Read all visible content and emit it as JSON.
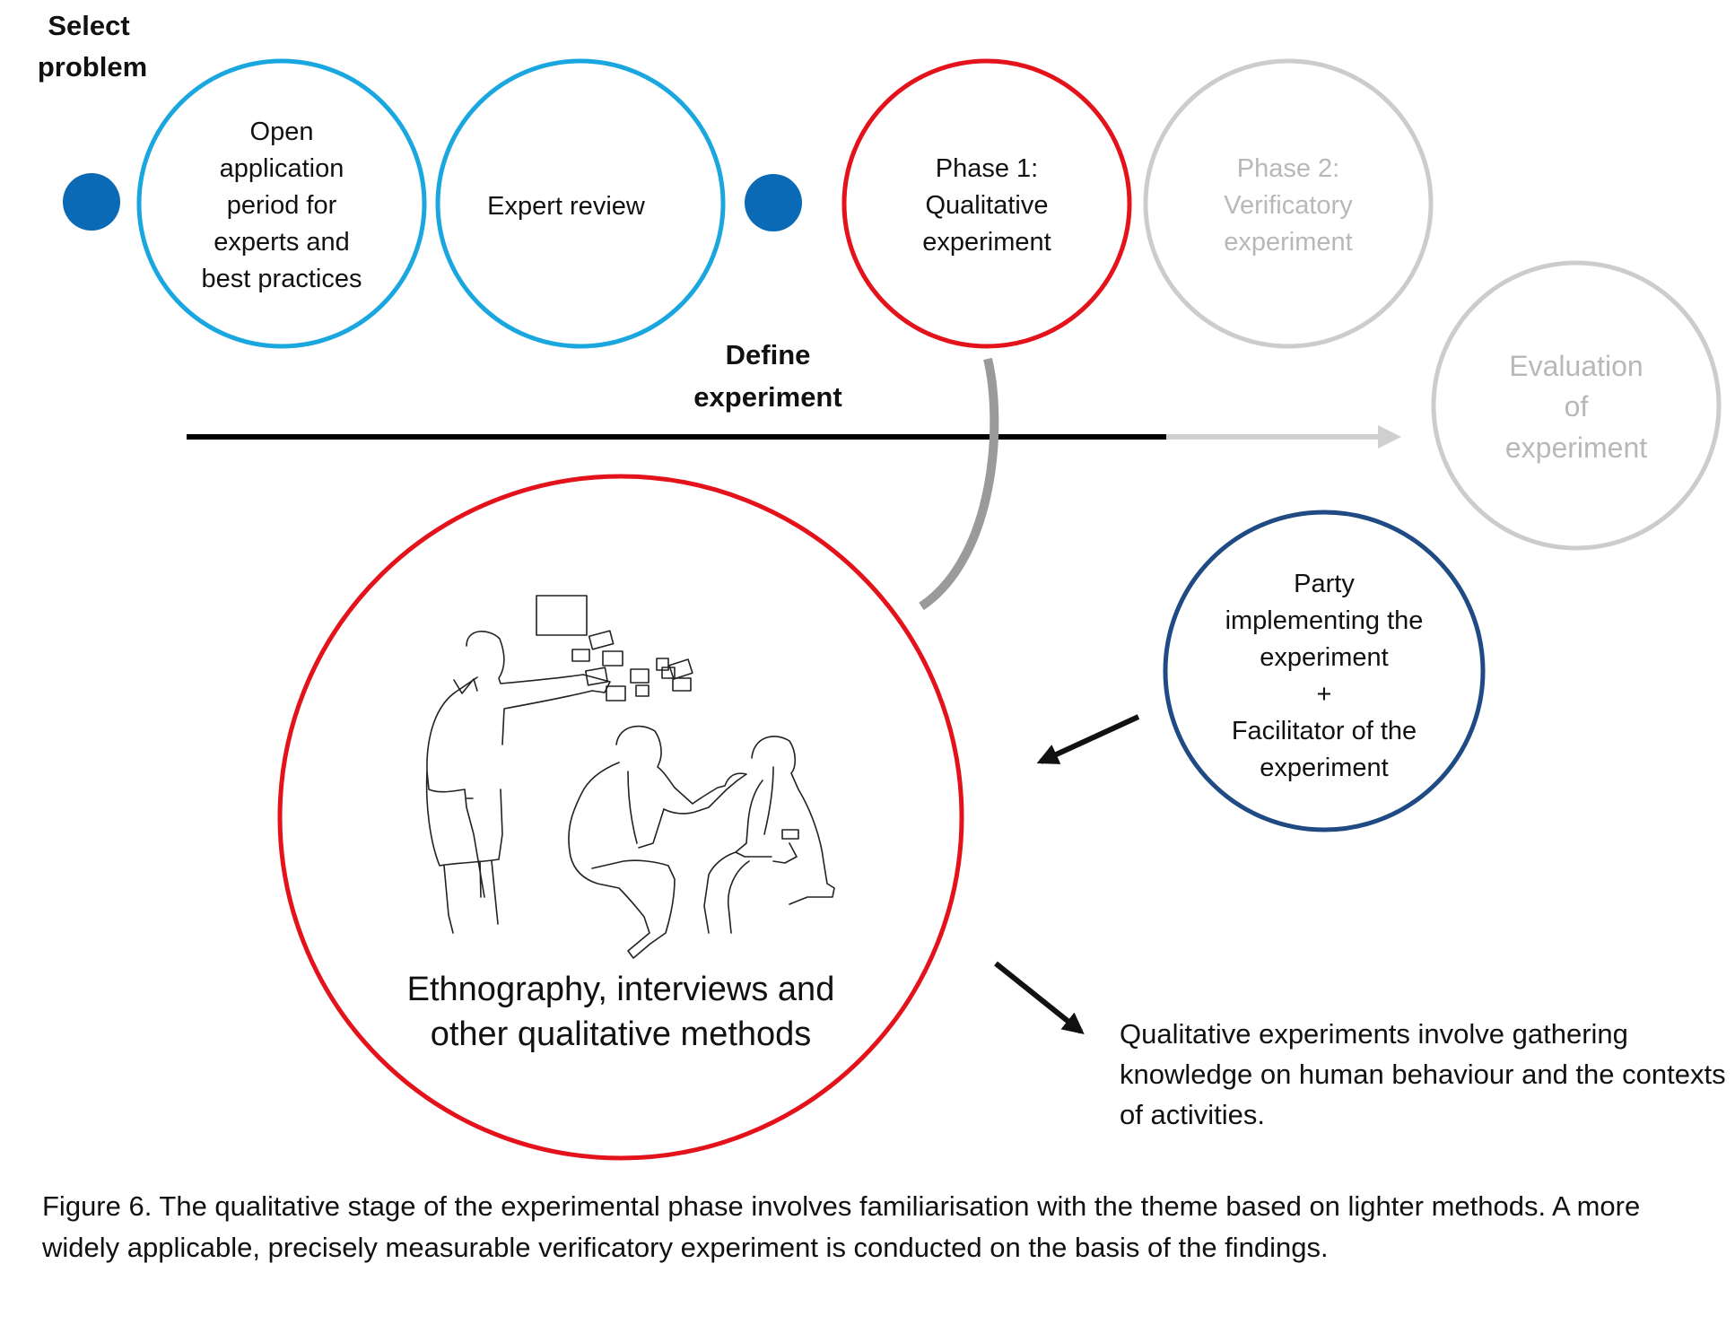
{
  "colors": {
    "blue_circle": "#1aa7e0",
    "dot": "#0a6ab5",
    "red": "#e3121b",
    "gray_circle": "#cccccc",
    "gray_text": "#b8b8b8",
    "navy": "#1f4a84",
    "connector_gray": "#9a9a9c"
  },
  "select_problem": {
    "line1": "Select",
    "line2": "problem"
  },
  "define_experiment": {
    "line1": "Define",
    "line2": "experiment"
  },
  "circles": {
    "open_application": {
      "lines": [
        "Open",
        "application",
        "period for",
        "experts and",
        "best practices"
      ]
    },
    "expert_review": {
      "lines": [
        "Expert review"
      ]
    },
    "phase1": {
      "lines": [
        "Phase 1:",
        "Qualitative",
        "experiment"
      ]
    },
    "phase2": {
      "lines": [
        "Phase 2:",
        "Verificatory",
        "experiment"
      ]
    },
    "evaluation": {
      "lines": [
        "Evaluation",
        "of",
        "experiment"
      ]
    },
    "party": {
      "lines": [
        "Party",
        "implementing the",
        "experiment",
        "+",
        "Facilitator of the",
        "experiment"
      ]
    },
    "qualitative_methods": {
      "lines": [
        "Ethnography, interviews and",
        "other qualitative methods"
      ]
    }
  },
  "illustration": {
    "icon": "people-interview-sketch-icon"
  },
  "note": "Qualitative experiments involve gathering knowledge on human behaviour and the contexts of activities.",
  "caption": "Figure 6. The qualitative stage of the experimental phase involves familiarisation with the theme based on lighter methods. A more widely applicable, precisely measurable verificatory experiment is conducted on the basis of the findings."
}
